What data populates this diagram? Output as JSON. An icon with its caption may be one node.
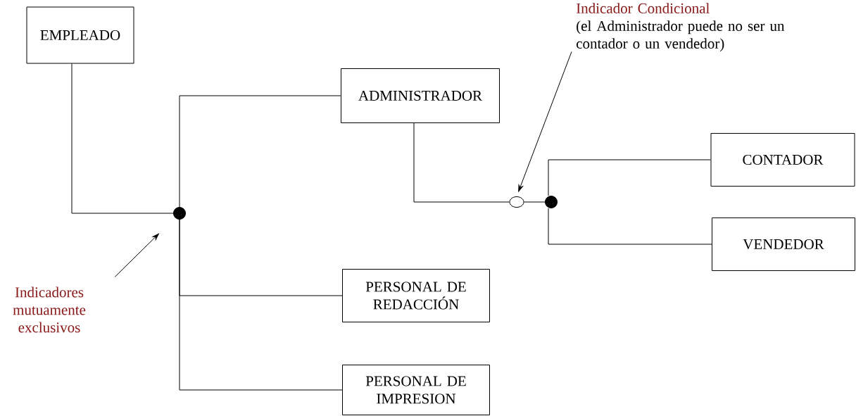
{
  "diagram": {
    "nodes": [
      {
        "text": [
          "EMPLEADO"
        ]
      },
      {
        "text": [
          "ADMINISTRADOR"
        ]
      },
      {
        "text": [
          "PERSONAL DE REDACCIÓN"
        ]
      },
      {
        "text": [
          "PERSONAL DE IMPRESION"
        ]
      },
      {
        "text": [
          "CONTADOR"
        ]
      },
      {
        "text": [
          "VENDEDOR"
        ]
      },
      {
        "text": [],
        "shape": "circle"
      },
      {
        "text": [],
        "shape": "circle"
      },
      {
        "text": [],
        "shape": "circle"
      },
      {
        "text": [
          "Indicadores mutuamente exclusivos"
        ]
      },
      {
        "text": [
          "Indicador Condicional",
          "(el Administrador puede no ser un contador o un vendedor)"
        ]
      }
    ],
    "edges": [
      {
        "from": 0,
        "to": 6,
        "arrow": "none"
      },
      {
        "from": 6,
        "to": 1,
        "arrow": "none"
      },
      {
        "from": 6,
        "to": 2,
        "arrow": "none"
      },
      {
        "from": 6,
        "to": 3,
        "arrow": "none"
      },
      {
        "from": 1,
        "to": 7,
        "arrow": "none"
      },
      {
        "from": 7,
        "to": 8,
        "arrow": "none"
      },
      {
        "from": 8,
        "to": 4,
        "arrow": "none"
      },
      {
        "from": 8,
        "to": 5,
        "arrow": "none"
      },
      {
        "from": 9,
        "to": 6,
        "arrow": "to"
      },
      {
        "from": 10,
        "to": 7,
        "arrow": "to"
      }
    ]
  }
}
